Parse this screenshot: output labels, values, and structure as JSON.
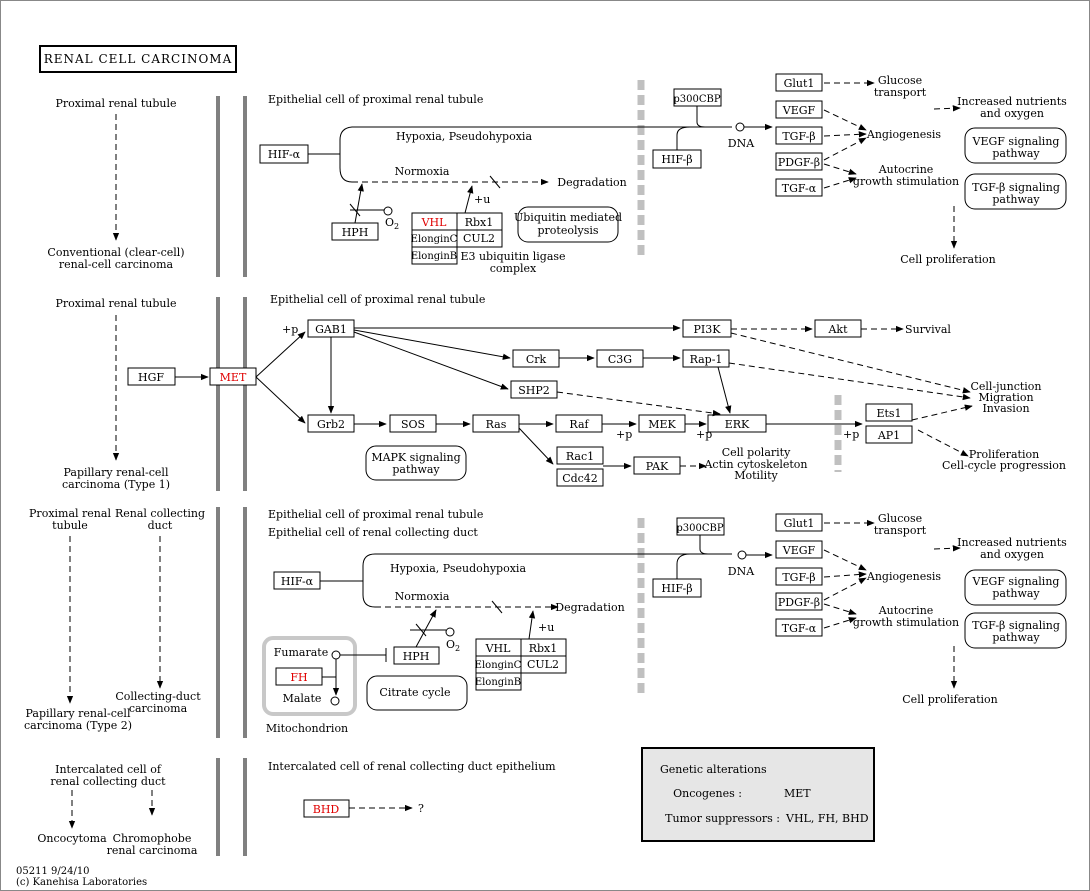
{
  "title": "RENAL CELL CARCINOMA",
  "footer": {
    "line1": "05211 9/24/10",
    "line2": "(c) Kanehisa Laboratories"
  },
  "legend": {
    "heading": "Genetic alterations",
    "oncogenes_label": "Oncogenes :",
    "oncogenes_value": "MET",
    "suppressors_label": "Tumor suppressors :",
    "suppressors_value": "VHL, FH, BHD"
  },
  "left": {
    "s1_top": "Proximal renal tubule",
    "s1_bot1": "Conventional (clear-cell)",
    "s1_bot2": "renal-cell carcinoma",
    "s2_top": "Proximal renal tubule",
    "s2_bot1": "Papillary renal-cell",
    "s2_bot2": "carcinoma (Type 1)",
    "s3_top_a1": "Proximal renal",
    "s3_top_a2": "tubule",
    "s3_top_b1": "Renal collecting",
    "s3_top_b2": "duct",
    "s3_bot_a1": "Papillary renal-cell",
    "s3_bot_a2": "carcinoma (Type 2)",
    "s3_bot_b1": "Collecting-duct",
    "s3_bot_b2": "carcinoma",
    "s4_top1": "Intercalated cell of",
    "s4_top2": "renal collecting duct",
    "s4_bot_a": "Oncocytoma",
    "s4_bot_b1": "Chromophobe",
    "s4_bot_b2": "renal carcinoma"
  },
  "s1": {
    "cell": "Epithelial cell of proximal renal tubule",
    "hif_a": "HIF-α",
    "hypoxia": "Hypoxia, Pseudohypoxia",
    "normoxia": "Normoxia",
    "degradation": "Degradation",
    "hph": "HPH",
    "o2": "O",
    "o2_sub": "2",
    "vhl": "VHL",
    "rbx1": "Rbx1",
    "elonginc": "ElonginC",
    "cul2": "CUL2",
    "elonginb": "ElonginB",
    "e3_1": "E3 ubiquitin ligase",
    "e3_2": "complex",
    "plus_u": "+u",
    "ubq1": "Ubiquitin mediated",
    "ubq2": "proteolysis",
    "p300": "p300CBP",
    "hif_b": "HIF-β",
    "dna": "DNA",
    "glut1": "Glut1",
    "vegf": "VEGF",
    "tgfb": "TGF-β",
    "pdgfb": "PDGF-β",
    "tgfa": "TGF-α",
    "glucose1": "Glucose",
    "glucose2": "transport",
    "angio": "Angiogenesis",
    "autocrine1": "Autocrine",
    "autocrine2": "growth stimulation",
    "nutr1": "Increased nutrients",
    "nutr2": "and oxygen",
    "vegf_path1": "VEGF signaling",
    "vegf_path2": "pathway",
    "tgf_path1": "TGF-β signaling",
    "tgf_path2": "pathway",
    "prolif": "Cell proliferation"
  },
  "s2": {
    "cell": "Epithelial cell of proximal renal tubule",
    "hgf": "HGF",
    "met": "MET",
    "plus_p": "+p",
    "gab1": "GAB1",
    "grb2": "Grb2",
    "sos": "SOS",
    "ras": "Ras",
    "raf": "Raf",
    "mek": "MEK",
    "erk": "ERK",
    "crk": "Crk",
    "c3g": "C3G",
    "rap1": "Rap-1",
    "shp2": "SHP2",
    "pi3k": "PI3K",
    "akt": "Akt",
    "survival": "Survival",
    "rac1": "Rac1",
    "cdc42": "Cdc42",
    "pak": "PAK",
    "polarity1": "Cell polarity",
    "polarity2": "Actin cytoskeleton",
    "polarity3": "Motility",
    "mapk1": "MAPK signaling",
    "mapk2": "pathway",
    "ets1": "Ets1",
    "ap1": "AP1",
    "junction1": "Cell-junction",
    "junction2": "Migration",
    "junction3": "Invasion",
    "prolif1": "Proliferation",
    "prolif2": "Cell-cycle progression"
  },
  "s3": {
    "cell1": "Epithelial cell of proximal renal tubule",
    "cell2": "Epithelial cell of renal collecting duct",
    "fumarate": "Fumarate",
    "fh": "FH",
    "malate": "Malate",
    "mito": "Mitochondrion",
    "citrate": "Citrate cycle"
  },
  "s4": {
    "cell": "Intercalated cell of renal collecting duct epithelium",
    "bhd": "BHD",
    "q": "?"
  }
}
